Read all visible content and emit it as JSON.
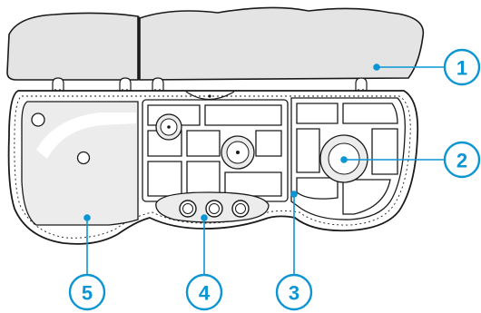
{
  "callouts": [
    {
      "number": "1",
      "part": "lid"
    },
    {
      "number": "2",
      "part": "burner"
    },
    {
      "number": "3",
      "part": "pan-support-grate"
    },
    {
      "number": "4",
      "part": "control-knobs"
    },
    {
      "number": "5",
      "part": "sink-basin"
    }
  ],
  "colors": {
    "accent": "#0b95d3",
    "lid_fill": "#e4e4e4",
    "basin_fill": "#ececec",
    "line": "#1a1a1a"
  }
}
